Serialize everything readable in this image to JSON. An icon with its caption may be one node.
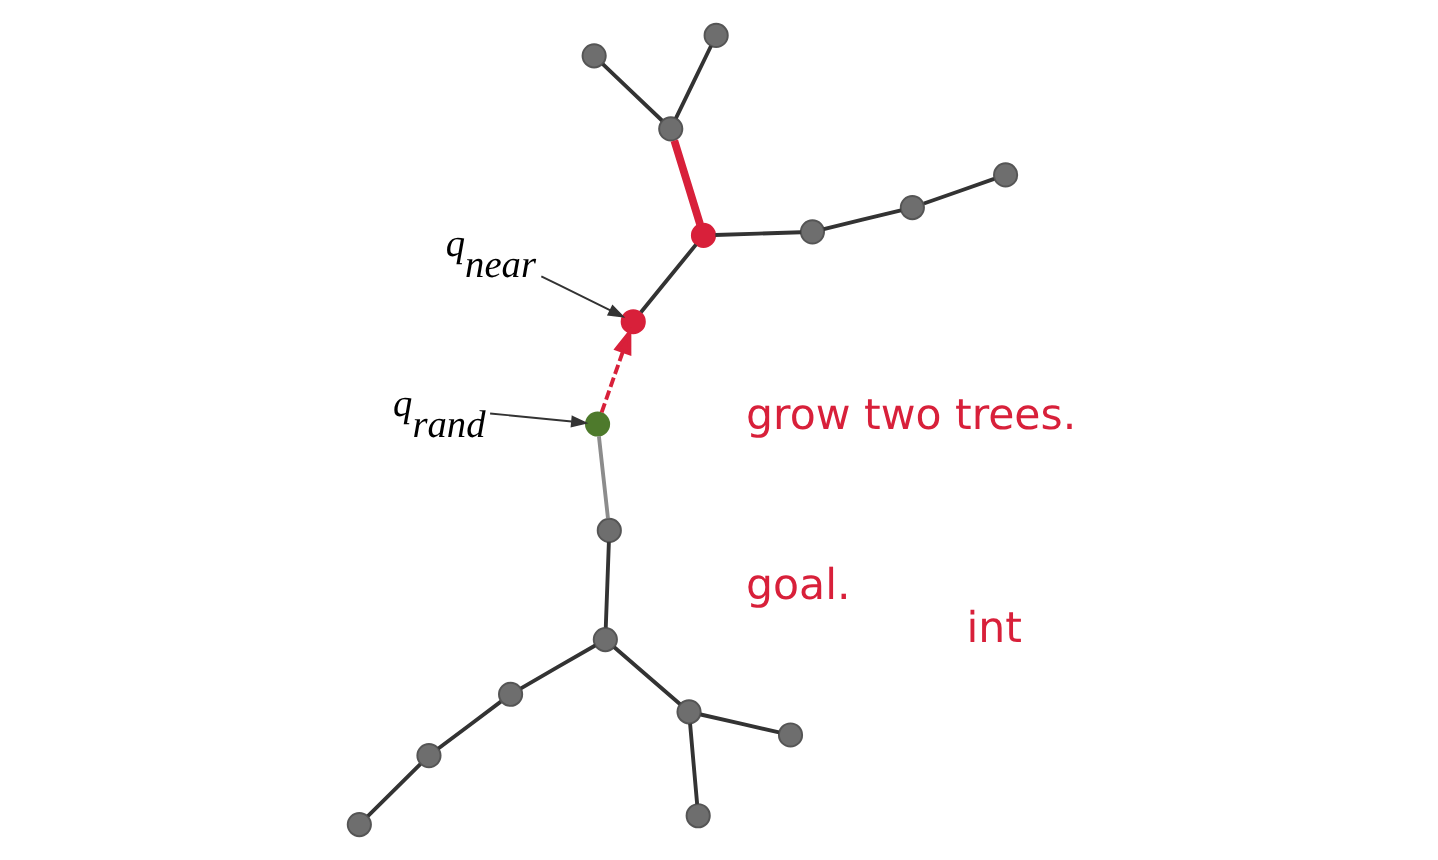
{
  "diagram": {
    "nodes": [
      {
        "text": [
          "q$_{rand}$"
        ]
      },
      {
        "text": [],
        "shape": "circle"
      },
      {
        "text": [],
        "shape": "circle"
      },
      {
        "text": [],
        "shape": "circle"
      },
      {
        "text": [],
        "shape": "circle"
      },
      {
        "text": [],
        "shape": "circle"
      },
      {
        "text": [],
        "shape": "circle"
      },
      {
        "text": [],
        "shape": "circle"
      },
      {
        "text": [],
        "shape": "circle"
      },
      {
        "text": [],
        "shape": "circle"
      },
      {
        "text": [],
        "shape": "circle"
      },
      {
        "text": [],
        "shape": "circle"
      },
      {
        "text": [],
        "shape": "circle"
      },
      {
        "text": [],
        "shape": "circle"
      },
      {
        "text": [],
        "shape": "circle"
      },
      {
        "text": [],
        "shape": "circle"
      },
      {
        "text": [],
        "shape": "circle"
      },
      {
        "text": [],
        "shape": "circle"
      },
      {
        "text": [
          "q$_{near}$"
        ]
      }
    ],
    "edges": [
      {
        "from": 0,
        "to": 6,
        "arrow": "to"
      },
      {
        "from": 18,
        "to": 5,
        "arrow": "to"
      },
      {
        "from": 1,
        "to": 2,
        "arrow": "none"
      },
      {
        "from": 2,
        "to": 3,
        "arrow": "none"
      },
      {
        "from": 3,
        "to": 4,
        "arrow": "none"
      },
      {
        "from": 4,
        "to": 5,
        "arrow": "none"
      },
      {
        "from": 4,
        "to": 12,
        "arrow": "none",
        "style": "thick",
        "color": "#d8203a"
      },
      {
        "from": 12,
        "to": 13,
        "arrow": "none"
      },
      {
        "from": 12,
        "to": 14,
        "arrow": "none"
      },
      {
        "from": 6,
        "to": 5,
        "arrow": "to",
        "style": "dashed",
        "color": "#d8203a"
      },
      {
        "from": 6,
        "to": 7,
        "arrow": "none",
        "color": "#8c8c8c"
      },
      {
        "from": 7,
        "to": 8,
        "arrow": "none"
      },
      {
        "from": 9,
        "to": 10,
        "arrow": "none"
      },
      {
        "from": 10,
        "to": 11,
        "arrow": "none"
      },
      {
        "from": 8,
        "to": 11,
        "arrow": "none"
      },
      {
        "from": 8,
        "to": 15,
        "arrow": "none"
      },
      {
        "from": 15,
        "to": 16,
        "arrow": "none"
      },
      {
        "from": 15,
        "to": 17,
        "arrow": "none"
      }
    ],
    "labels": [
      "grow two trees.",
      "goal.",
      "int"
    ]
  }
}
